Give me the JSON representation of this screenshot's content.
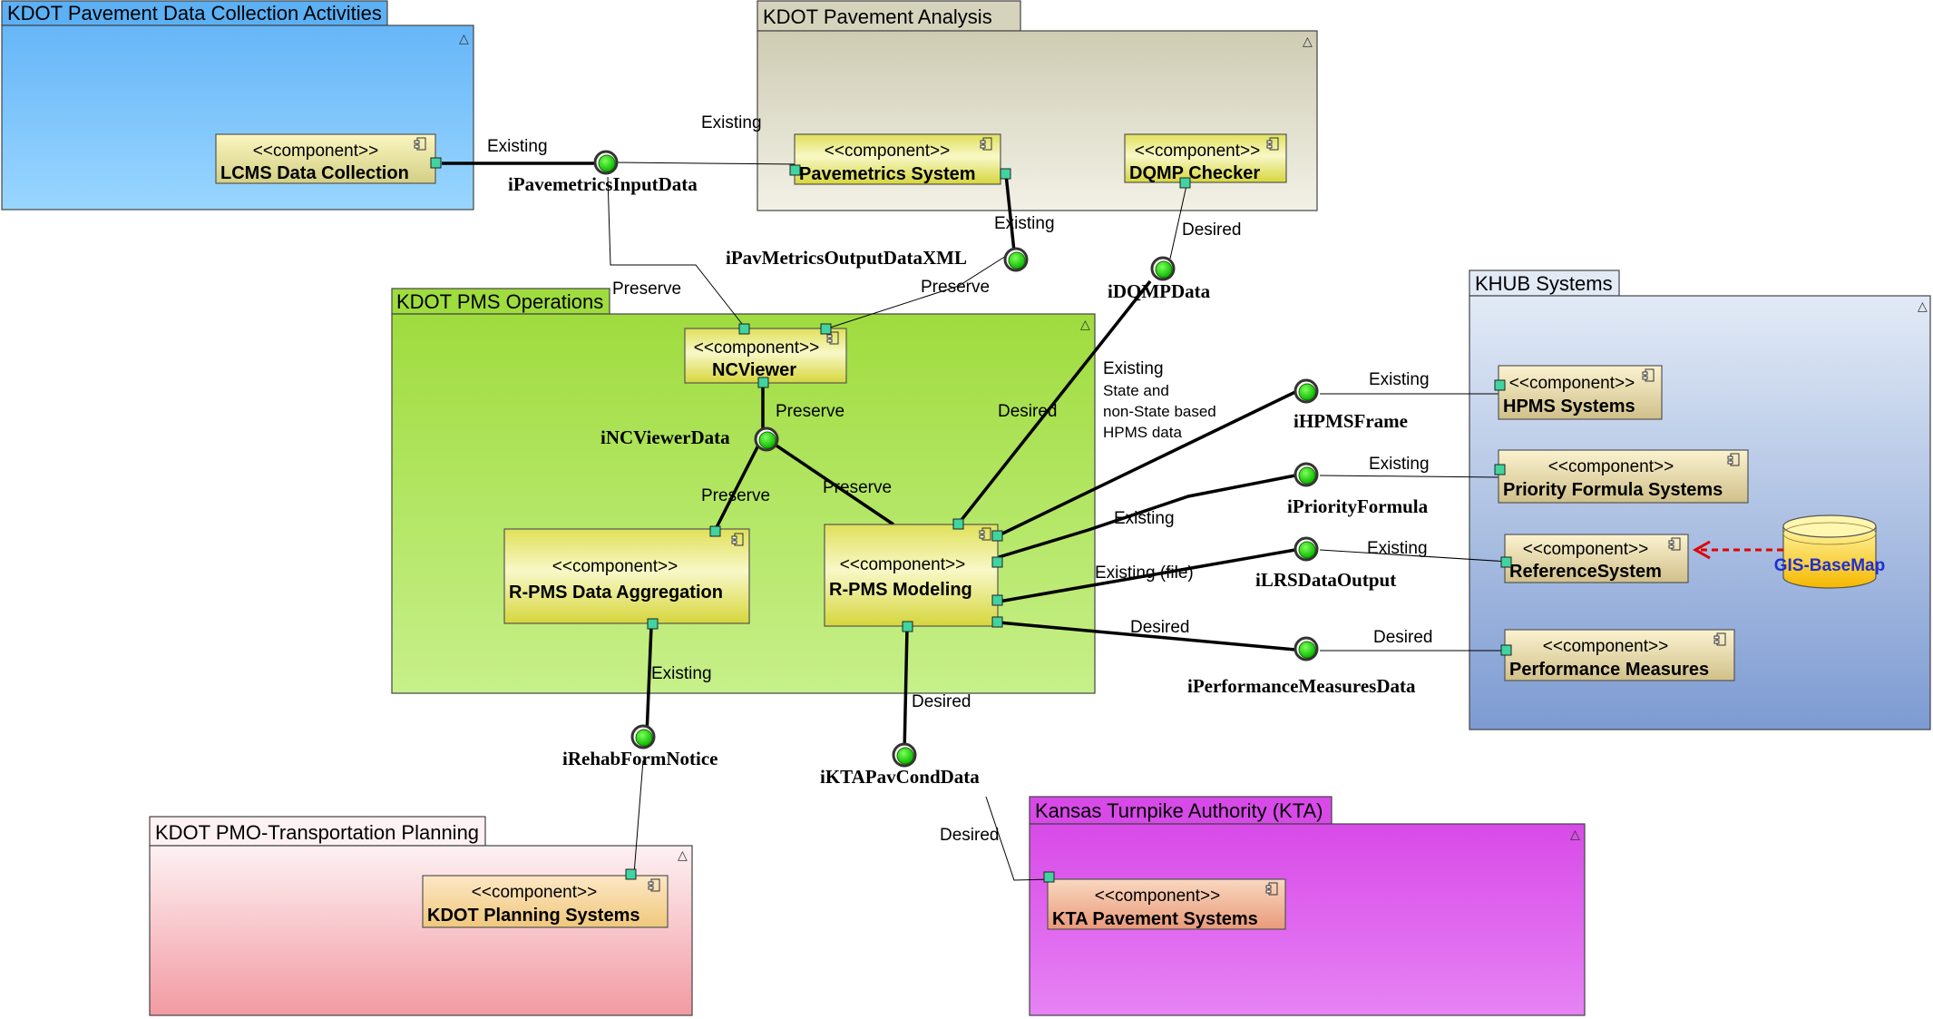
{
  "packages": {
    "data_collection": "KDOT Pavement Data Collection Activities",
    "pavement_analysis": "KDOT Pavement Analysis",
    "pms_operations": "KDOT PMS Operations",
    "khub": "KHUB Systems",
    "pmo_planning": "KDOT PMO-Transportation Planning",
    "kta": "Kansas Turnpike Authority (KTA)"
  },
  "stereotype": "<<component>>",
  "components": {
    "lcms": "LCMS Data Collection",
    "pavemetrics": "Pavemetrics System",
    "dqmp": "DQMP Checker",
    "ncviewer": "NCViewer",
    "aggregation": "R-PMS Data Aggregation",
    "modeling": "R-PMS Modeling",
    "hpms": "HPMS Systems",
    "priority": "Priority Formula Systems",
    "reference": "ReferenceSystem",
    "performance": "Performance Measures",
    "planning": "KDOT Planning Systems",
    "kta": "KTA Pavement Systems"
  },
  "database": "GIS-BaseMap",
  "interfaces": {
    "pavemetrics_input": "iPavemetricsInputData",
    "pavmetrics_output": "iPavMetricsOutputDataXML",
    "dqmp": "iDQMPData",
    "ncviewer": "iNCViewerData",
    "hpms": "iHPMSFrame",
    "priority": "iPriorityFormula",
    "lrs": "iLRSDataOutput",
    "performance": "iPerformanceMeasuresData",
    "rehab": "iRehabFormNotice",
    "kta": "iKTAPavCondData"
  },
  "labels": {
    "existing": "Existing",
    "preserve": "Preserve",
    "desired": "Desired",
    "existing_file": "Existing (file)"
  },
  "notes": {
    "hpms_line1": "State and",
    "hpms_line2": "non-State based",
    "hpms_line3": "HPMS data"
  }
}
